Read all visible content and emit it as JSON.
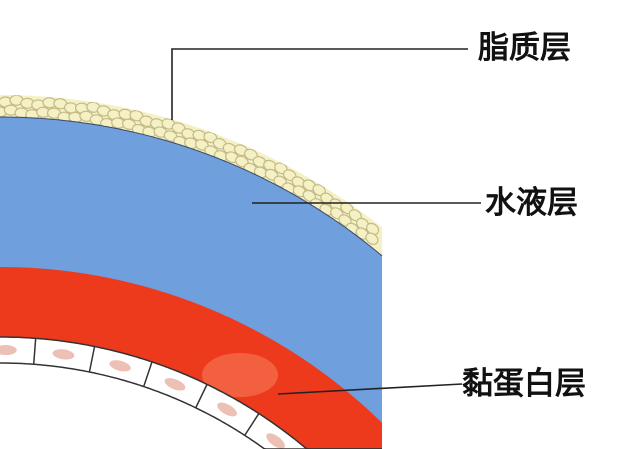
{
  "labels": {
    "lipid": "脂质层",
    "aqueous": "水液层",
    "mucin": "黏蛋白层"
  },
  "colors": {
    "lipid_fill": "#f4f1c4",
    "lipid_stroke": "#c6b98a",
    "aqueous": "#6f9fdc",
    "mucin": "#ee3a1c",
    "cell_nucleus": "#ecc0b4",
    "leader_line": "#222222"
  }
}
